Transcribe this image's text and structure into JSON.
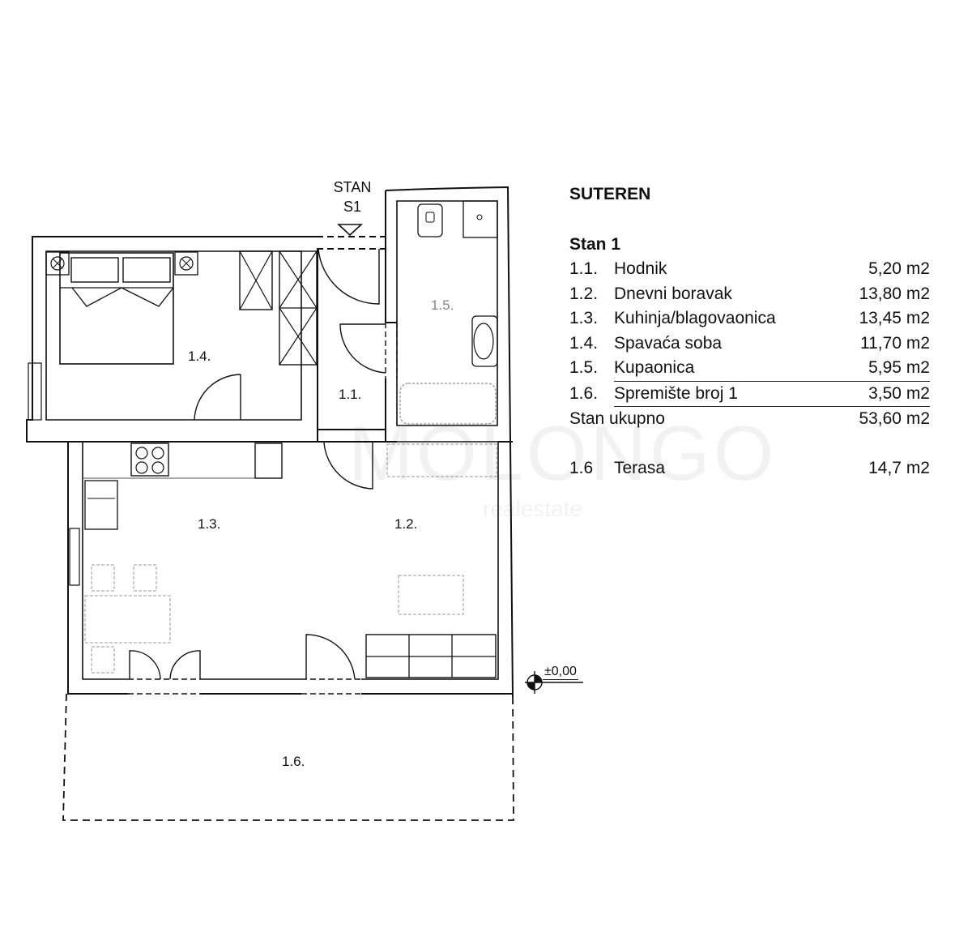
{
  "legend": {
    "floor_title": "SUTEREN",
    "unit_title": "Stan 1",
    "rooms": [
      {
        "num": "1.1.",
        "name": "Hodnik",
        "area": "5,20 m2"
      },
      {
        "num": "1.2.",
        "name": "Dnevni boravak",
        "area": "13,80 m2"
      },
      {
        "num": "1.3.",
        "name": "Kuhinja/blagovaonica",
        "area": "13,45 m2"
      },
      {
        "num": "1.4.",
        "name": "Spavaća soba",
        "area": "11,70 m2"
      },
      {
        "num": "1.5.",
        "name": "Kupaonica",
        "area": "5,95 m2"
      },
      {
        "num": "1.6.",
        "name": "Spremište broj 1",
        "area": "3,50 m2"
      }
    ],
    "total": {
      "label": "Stan ukupno",
      "area": "53,60 m2"
    },
    "terrace": {
      "num": "1.6",
      "name": "Terasa",
      "area": "14,7 m2"
    }
  },
  "plan": {
    "entrance_label_line1": "STAN",
    "entrance_label_line2": "S1",
    "room_labels": {
      "hallway": "1.1.",
      "living": "1.2.",
      "kitchen": "1.3.",
      "bedroom": "1.4.",
      "bathroom": "1.5.",
      "terrace": "1.6."
    },
    "elevation": "±0,00"
  },
  "watermark": {
    "text": "MOLONGO",
    "sub": "realestate"
  }
}
